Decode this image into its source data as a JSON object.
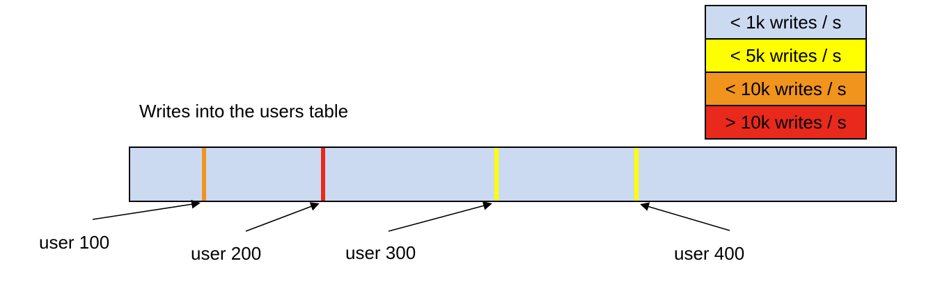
{
  "title": "Writes into the users table",
  "legend": {
    "items": [
      {
        "label": "< 1k writes / s",
        "color": "#ccdaf1"
      },
      {
        "label": "< 5k writes / s",
        "color": "#ffff00"
      },
      {
        "label": "< 10k writes / s",
        "color": "#f0941e"
      },
      {
        "label": "> 10k writes / s",
        "color": "#e8291c"
      }
    ]
  },
  "bar": {
    "fill": "#ccdaf1",
    "border_color": "#000000",
    "stripes": [
      {
        "color": "#f0941e"
      },
      {
        "color": "#e8291c"
      },
      {
        "color": "#ffff00"
      },
      {
        "color": "#ffff00"
      }
    ]
  },
  "callouts": [
    {
      "label": "user 100",
      "stripe_index": 0
    },
    {
      "label": "user 200",
      "stripe_index": 1
    },
    {
      "label": "user 300",
      "stripe_index": 2
    },
    {
      "label": "user 400",
      "stripe_index": 3
    }
  ]
}
